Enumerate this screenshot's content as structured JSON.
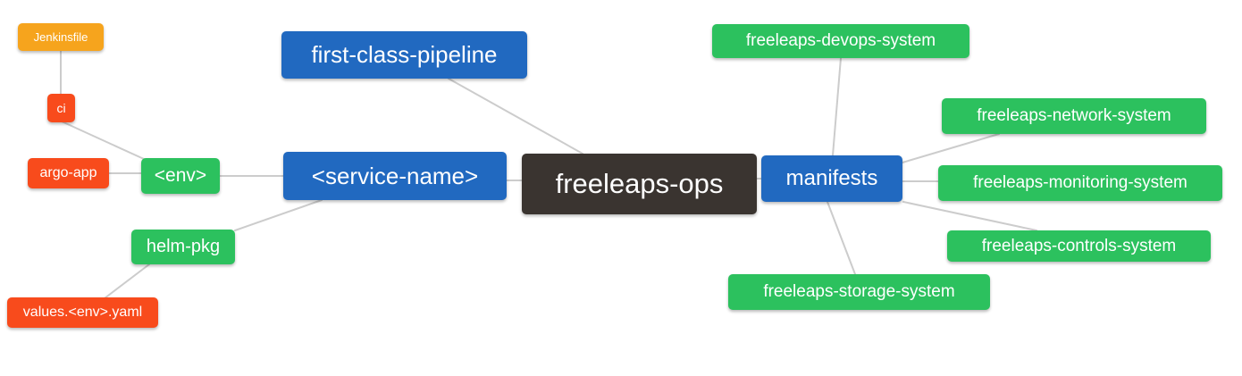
{
  "palette": {
    "node-blue": "#2169c0",
    "node-green": "#2cc15e",
    "node-red": "#f84b1c",
    "node-amber": "#f6a41d",
    "node-dark": "#3a3430",
    "edge": "#cccccc",
    "text": "#ffffff",
    "background": "#ffffff"
  },
  "nodes": {
    "freeleaps_ops": {
      "label": "freeleaps-ops"
    },
    "first_class_pipeline": {
      "label": "first-class-pipeline"
    },
    "service_name": {
      "label": "<service-name>"
    },
    "env": {
      "label": "<env>"
    },
    "ci": {
      "label": "ci"
    },
    "jenkinsfile": {
      "label": "Jenkinsfile"
    },
    "argo_app": {
      "label": "argo-app"
    },
    "helm_pkg": {
      "label": "helm-pkg"
    },
    "values_env_yaml": {
      "label": "values.<env>.yaml"
    },
    "manifests": {
      "label": "manifests"
    },
    "devops_system": {
      "label": "freeleaps-devops-system"
    },
    "network_system": {
      "label": "freeleaps-network-system"
    },
    "monitoring_system": {
      "label": "freeleaps-monitoring-system"
    },
    "controls_system": {
      "label": "freeleaps-controls-system"
    },
    "storage_system": {
      "label": "freeleaps-storage-system"
    }
  },
  "edges": [
    {
      "from": "jenkinsfile",
      "to": "ci"
    },
    {
      "from": "ci",
      "to": "env"
    },
    {
      "from": "argo_app",
      "to": "env"
    },
    {
      "from": "env",
      "to": "service_name"
    },
    {
      "from": "helm_pkg",
      "to": "service_name"
    },
    {
      "from": "values_env_yaml",
      "to": "helm_pkg"
    },
    {
      "from": "first_class_pipeline",
      "to": "freeleaps_ops"
    },
    {
      "from": "service_name",
      "to": "freeleaps_ops"
    },
    {
      "from": "freeleaps_ops",
      "to": "manifests"
    },
    {
      "from": "manifests",
      "to": "devops_system"
    },
    {
      "from": "manifests",
      "to": "network_system"
    },
    {
      "from": "manifests",
      "to": "monitoring_system"
    },
    {
      "from": "manifests",
      "to": "controls_system"
    },
    {
      "from": "manifests",
      "to": "storage_system"
    }
  ]
}
